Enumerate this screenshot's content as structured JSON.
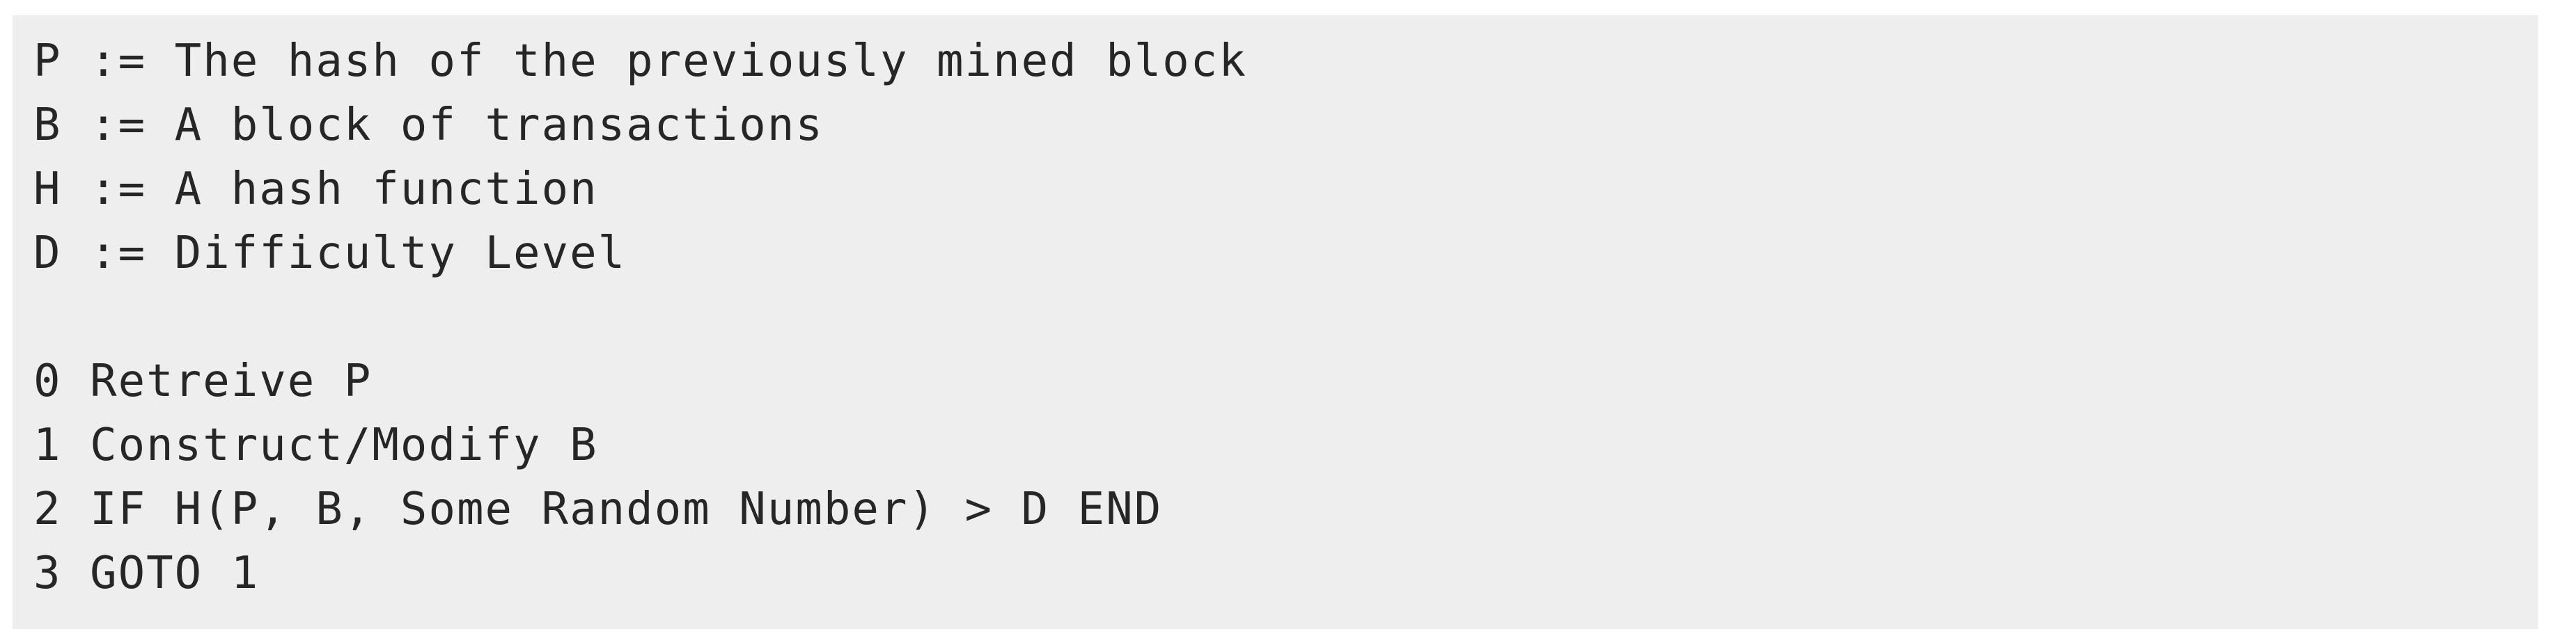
{
  "code_block": {
    "lines": [
      "P := The hash of the previously mined block",
      "B := A block of transactions",
      "H := A hash function",
      "D := Difficulty Level",
      "",
      "0 Retreive P",
      "1 Construct/Modify B",
      "2 IF H(P, B, Some Random Number) > D END",
      "3 GOTO 1"
    ]
  }
}
